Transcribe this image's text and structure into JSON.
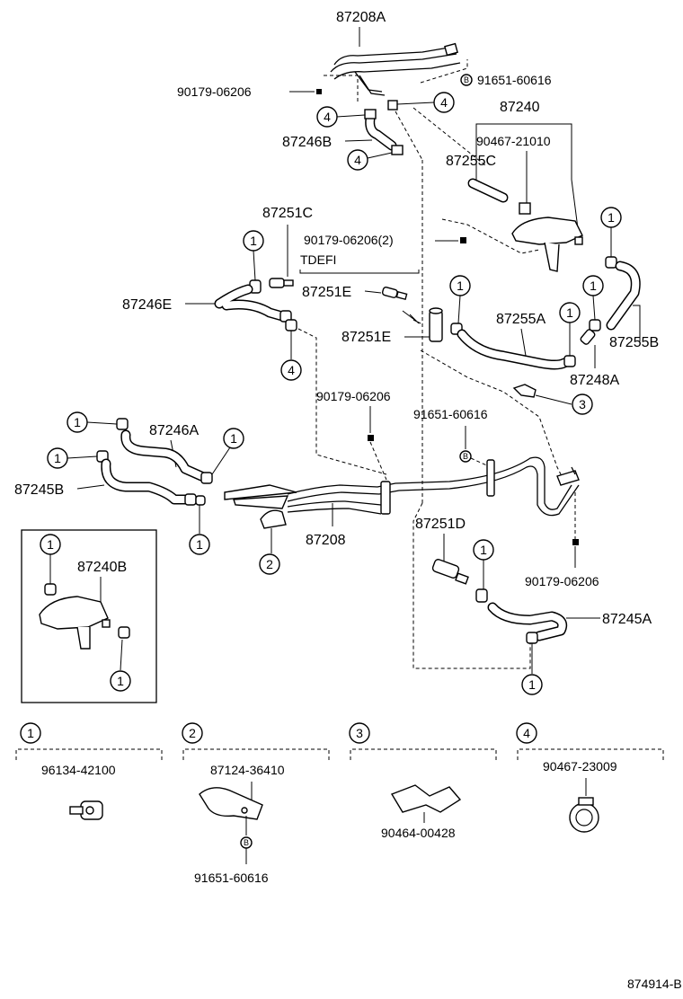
{
  "diagram": {
    "part_labels": {
      "p87208A": "87208A",
      "p91651_top": "91651-60616",
      "p90179_top": "90179-06206",
      "p87240": "87240",
      "p90467_21010": "90467-21010",
      "p87246B": "87246B",
      "p87255C": "87255C",
      "p87251C": "87251C",
      "p90179_2": "90179-06206(2)",
      "tdefi": "TDEFI",
      "p87246E": "87246E",
      "p87251E_a": "87251E",
      "p87251E_b": "87251E",
      "p87255A": "87255A",
      "p87255B": "87255B",
      "p87248A": "87248A",
      "p90179_mid": "90179-06206",
      "p91651_mid": "91651-60616",
      "p87246A": "87246A",
      "p87245B": "87245B",
      "p87208": "87208",
      "p87251D": "87251D",
      "p87240B": "87240B",
      "p90179_low": "90179-06206",
      "p87245A": "87245A"
    },
    "callout_numbers": {
      "one": "1",
      "two": "2",
      "three": "3",
      "four": "4"
    },
    "bolt_symbol": "B",
    "legend": [
      {
        "key": "1",
        "part": "96134-42100"
      },
      {
        "key": "2",
        "part": "87124-36410",
        "extra": "91651-60616"
      },
      {
        "key": "3",
        "part": "90464-00428"
      },
      {
        "key": "4",
        "part": "90467-23009"
      }
    ],
    "figure_code": "874914-B"
  }
}
